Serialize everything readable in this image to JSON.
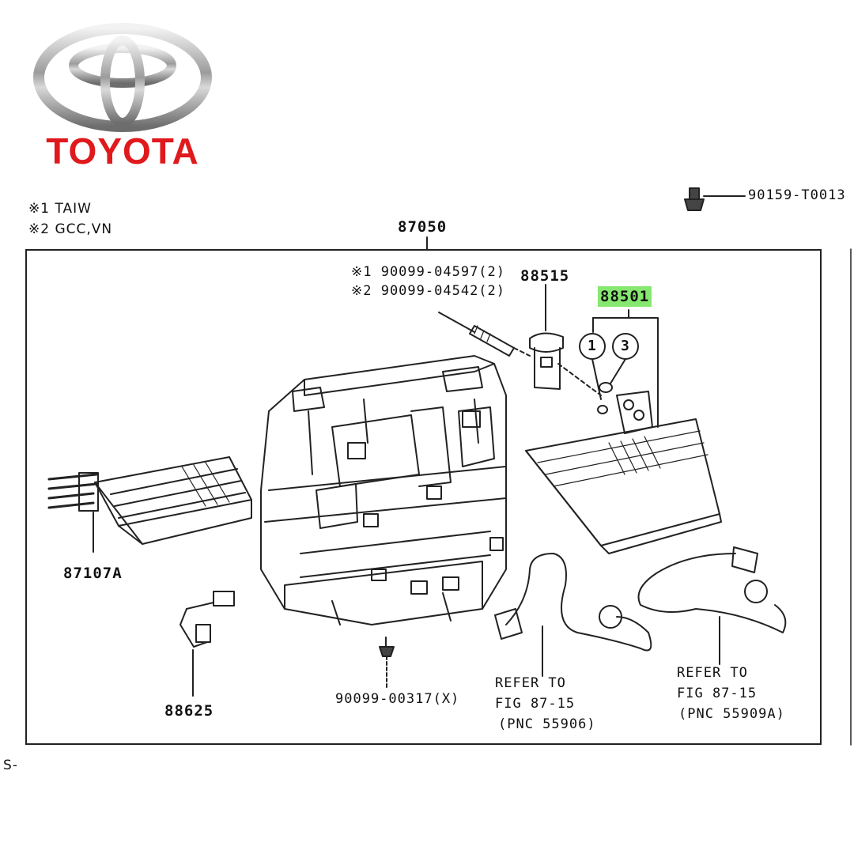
{
  "brand": {
    "name": "TOYOTA",
    "color": "#e0191d",
    "logo": "toyota-emblem-icon"
  },
  "notes": [
    {
      "mark": "※1",
      "text": "TAIW"
    },
    {
      "mark": "※2",
      "text": "GCC,VN"
    }
  ],
  "parts": {
    "assembly": "87050",
    "bolt_top_right": "90159-T0013",
    "screw_1": "※1 90099-04597(2)",
    "screw_2": "※2 90099-04542(2)",
    "valve": "88515",
    "evaporator": "88501",
    "heater_core": "87107A",
    "thermistor": "88625",
    "clip": "90099-00317(X)"
  },
  "callouts": {
    "c1": "1",
    "c3": "3"
  },
  "refs": [
    {
      "line1": "REFER TO",
      "line2": "FIG 87-15",
      "line3": "(PNC 55906)"
    },
    {
      "line1": "REFER TO",
      "line2": "FIG 87-15",
      "line3": "(PNC 55909A)"
    }
  ],
  "footer": "S-",
  "colors": {
    "highlight": "#86e86f",
    "line": "#222222"
  }
}
